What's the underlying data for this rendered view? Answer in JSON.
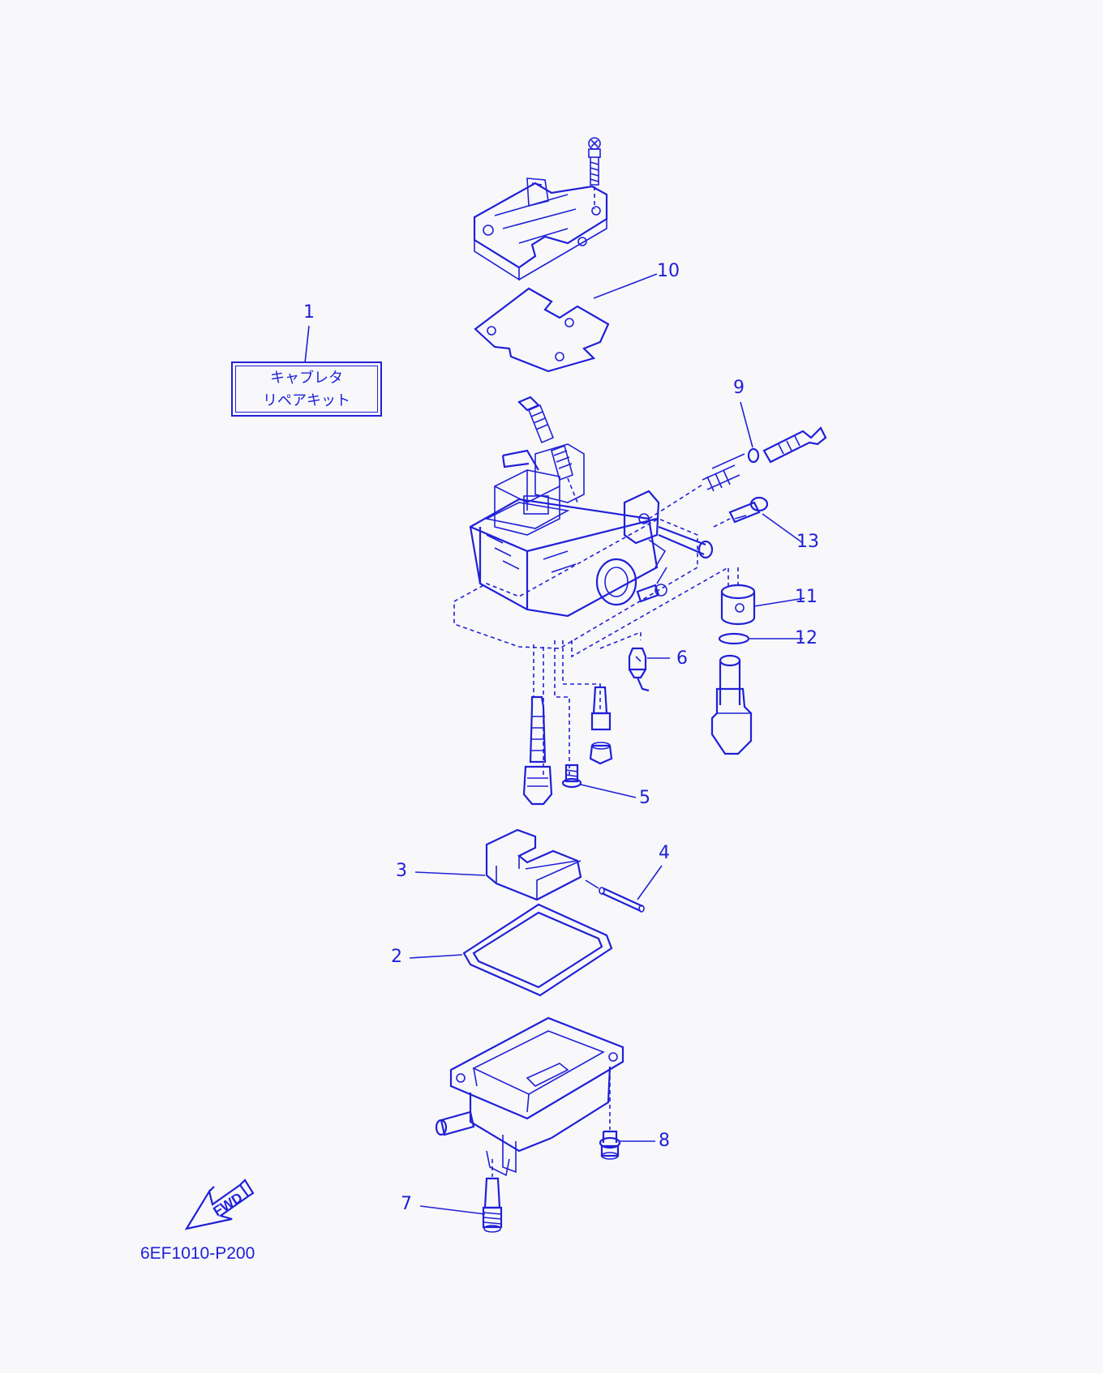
{
  "kit_label": {
    "line1": "キャブレタ",
    "line2": "リペアキット"
  },
  "callouts": [
    {
      "id": "1",
      "label": "1"
    },
    {
      "id": "2",
      "label": "2"
    },
    {
      "id": "3",
      "label": "3"
    },
    {
      "id": "4",
      "label": "4"
    },
    {
      "id": "5",
      "label": "5"
    },
    {
      "id": "6",
      "label": "6"
    },
    {
      "id": "7",
      "label": "7"
    },
    {
      "id": "8",
      "label": "8"
    },
    {
      "id": "9",
      "label": "9"
    },
    {
      "id": "10",
      "label": "10"
    },
    {
      "id": "11",
      "label": "11"
    },
    {
      "id": "12",
      "label": "12"
    },
    {
      "id": "13",
      "label": "13"
    }
  ],
  "fwd_label": "FWD",
  "diagram_code": "6EF1010-P200",
  "colors": {
    "line": "#2020d8",
    "background": "#f8f8fa"
  }
}
